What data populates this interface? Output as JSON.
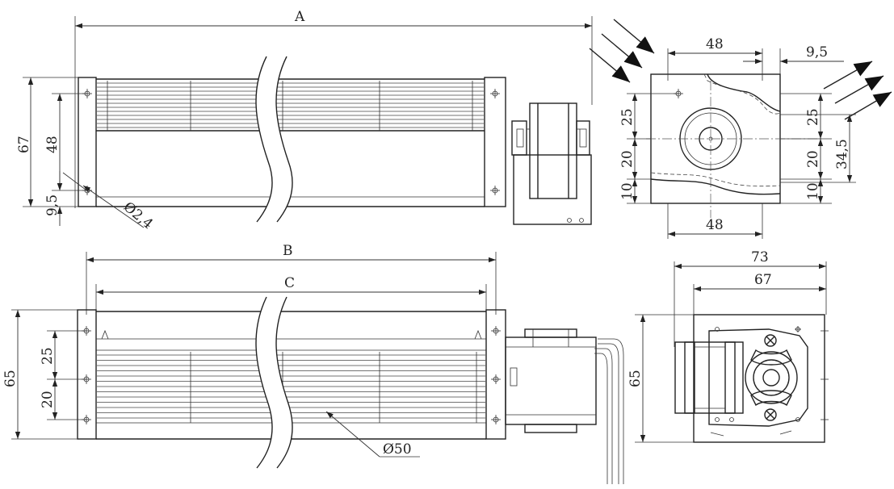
{
  "labels": {
    "A": "A",
    "B": "B",
    "C": "C",
    "d67_left": "67",
    "d48_left": "48",
    "d9_5_left": "9,5",
    "d2_4": "Ø2,4",
    "d48_top": "48",
    "d9_5_top": "9,5",
    "d25_r1": "25",
    "d20_r1": "20",
    "d10_r1": "10",
    "d25_r2": "25",
    "d20_r2": "20",
    "d10_r2": "10",
    "d34_5": "34,5",
    "d48_bottom": "48",
    "d65_left": "65",
    "d25_left2": "25",
    "d20_left2": "20",
    "d50": "Ø50",
    "d73": "73",
    "d67_right": "67",
    "d65_right": "65"
  }
}
